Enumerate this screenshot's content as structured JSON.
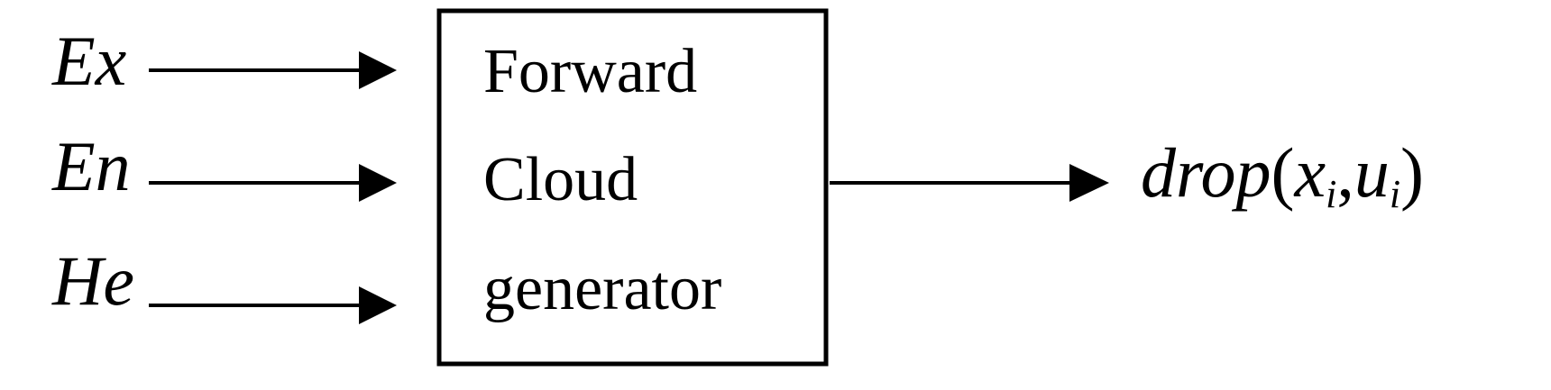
{
  "inputs": [
    {
      "label": "Ex"
    },
    {
      "label": "En"
    },
    {
      "label": "He"
    }
  ],
  "block": {
    "lines": [
      "Forward",
      "Cloud",
      "generator"
    ]
  },
  "output": {
    "function": "drop",
    "open_paren": "(",
    "var1": "x",
    "sub1": "i",
    "comma": ",",
    "var2": "u",
    "sub2": "i",
    "close_paren": ")"
  },
  "colors": {
    "stroke": "#000000",
    "background": "#ffffff"
  }
}
